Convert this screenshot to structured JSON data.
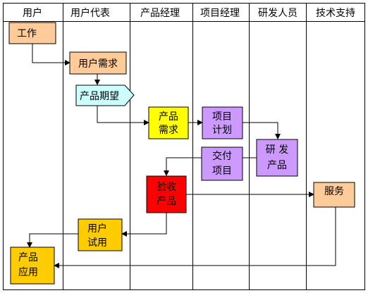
{
  "lanes": [
    {
      "id": "user",
      "label": "用户"
    },
    {
      "id": "user_rep",
      "label": "用户代表"
    },
    {
      "id": "product_mgr",
      "label": "产品经理"
    },
    {
      "id": "project_mgr",
      "label": "项目经理"
    },
    {
      "id": "dev",
      "label": "研发人员"
    },
    {
      "id": "support",
      "label": "技术支持"
    }
  ],
  "nodes": [
    {
      "id": "work",
      "lines": [
        "工作"
      ],
      "fill": "#FFCC99"
    },
    {
      "id": "user_needs",
      "lines": [
        "用户需求"
      ],
      "fill": "#FFCC99"
    },
    {
      "id": "product_expectation",
      "lines": [
        "产品期望"
      ],
      "fill": "#CCFFFF"
    },
    {
      "id": "product_requirements",
      "lines": [
        "产品",
        "需求"
      ],
      "fill": "#FFFF00"
    },
    {
      "id": "project_plan",
      "lines": [
        "项目",
        "计划"
      ],
      "fill": "#CC99FF"
    },
    {
      "id": "develop_product",
      "lines": [
        "研 发",
        "产品"
      ],
      "fill": "#CC99FF"
    },
    {
      "id": "deliver_project",
      "lines": [
        "交付",
        "项目"
      ],
      "fill": "#CC99FF"
    },
    {
      "id": "acceptance",
      "lines": [
        "验收",
        "产品"
      ],
      "fill": "#FF0000"
    },
    {
      "id": "service",
      "lines": [
        "服务"
      ],
      "fill": "#FFCC99"
    },
    {
      "id": "user_trial",
      "lines": [
        "用户",
        "试用"
      ],
      "fill": "#FFCC00"
    },
    {
      "id": "product_application",
      "lines": [
        "产品",
        "应用"
      ],
      "fill": "#FFCC00"
    }
  ]
}
